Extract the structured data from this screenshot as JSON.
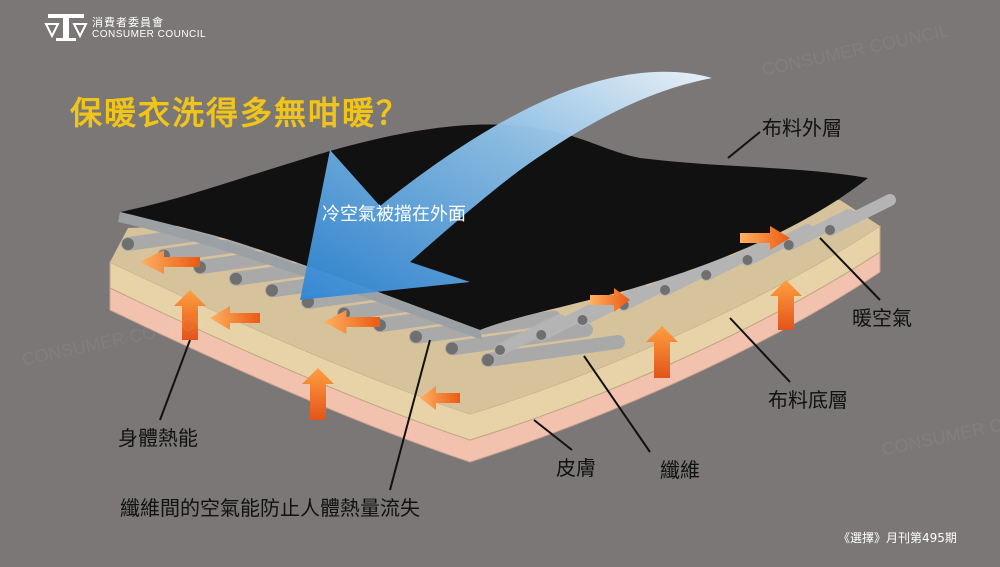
{
  "logo": {
    "name_zh": "消費者委員會",
    "name_en": "CONSUMER COUNCIL"
  },
  "title": "保暖衣洗得多無咁暖？",
  "labels": {
    "outer_fabric": "布料外層",
    "cold_air": "冷空氣被擋在外面",
    "warm_air": "暖空氣",
    "inner_fabric": "布料底層",
    "body_heat": "身體熱能",
    "skin": "皮膚",
    "fibers": "纖維",
    "trapped_air": "纖維間的空氣能防止人體熱量流失"
  },
  "credit": "《選擇》月刊第495期",
  "colors": {
    "background": "#7a7776",
    "title": "#f0c419",
    "outer_layer": "#111111",
    "inner_layer": "#e8d2a8",
    "skin_layer": "#f2c2ae",
    "fiber": "#b9b9b9",
    "heat_arrow": "#f07a1a",
    "cold_arrow": "#4ea6e0"
  }
}
